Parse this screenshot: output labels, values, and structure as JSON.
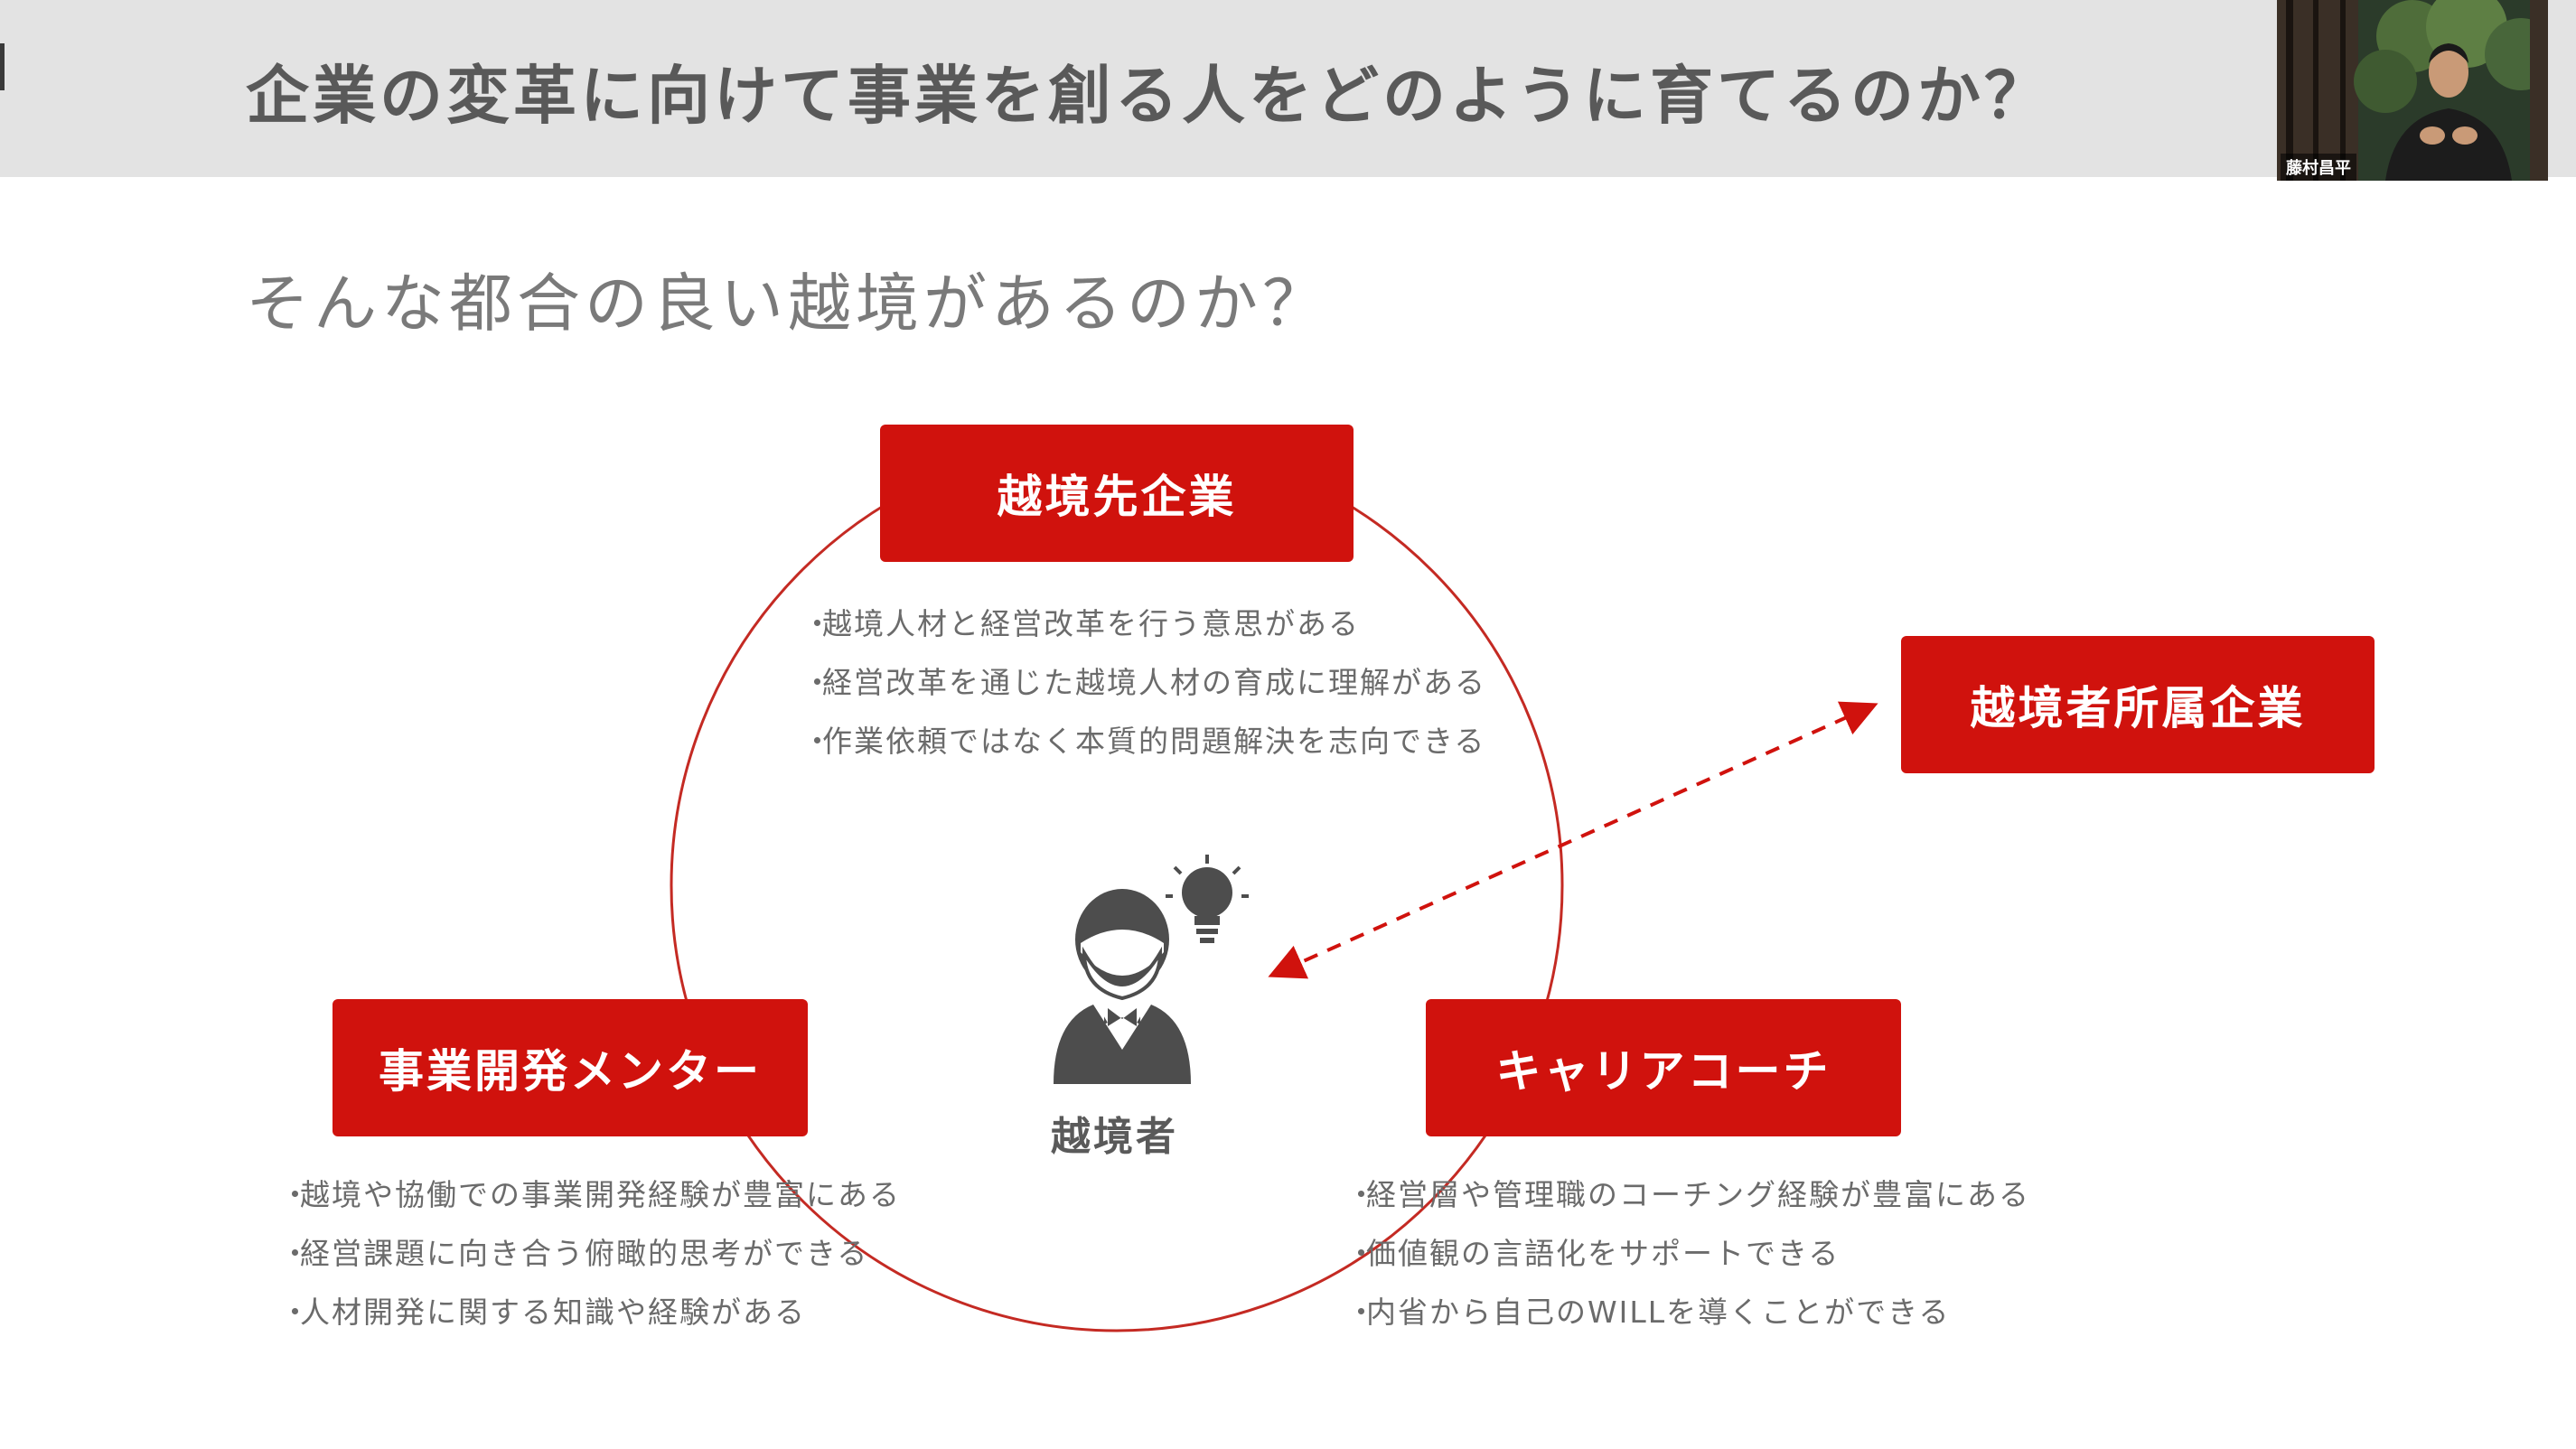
{
  "slide": {
    "title": "企業の変革に向けて事業を創る人をどのように育てるのか？",
    "subtitle": "そんな都合の良い越境があるのか？"
  },
  "boxes": {
    "host_company": "越境先企業",
    "affiliated_company": "越境者所属企業",
    "mentor": "事業開発メンター",
    "coach": "キャリアコーチ"
  },
  "center": {
    "label": "越境者"
  },
  "bullets": {
    "host_company": [
      "越境人材と経営改革を行う意思がある",
      "経営改革を通じた越境人材の育成に理解がある",
      "作業依頼ではなく本質的問題解決を志向できる"
    ],
    "mentor": [
      "越境や協働での事業開発経験が豊富にある",
      "経営課題に向き合う俯瞰的思考ができる",
      "人材開発に関する知識や経験がある"
    ],
    "coach": [
      "経営層や管理職のコーチング経験が豊富にある",
      "価値観の言語化をサポートできる",
      "内省から自己のWILLを導くことができる"
    ],
    "bullet_mark": "・"
  },
  "webcam": {
    "name": "藤村昌平"
  },
  "colors": {
    "accent_red": "#d0120d",
    "header_gray": "#e3e3e3",
    "text_gray": "#6b6b6b",
    "icon_gray": "#4d4d4d"
  },
  "icons": {
    "person": "businessperson-icon",
    "idea": "lightbulb-icon",
    "arrow": "dashed-double-arrow"
  }
}
